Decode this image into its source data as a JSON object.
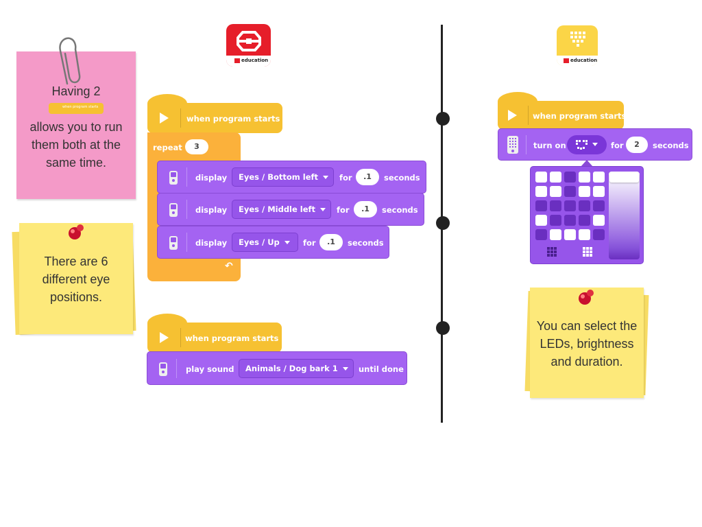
{
  "notes": {
    "pink": {
      "line1": "Having 2",
      "line2": "allows you to run them both at the same time.",
      "mini_block_label": "when program starts"
    },
    "yellow_left": {
      "text": "There are 6 different eye positions."
    },
    "yellow_right": {
      "text": "You can select the LEDs, brightness and duration."
    }
  },
  "logos": {
    "left_label": "education",
    "right_label": "education"
  },
  "left_program_1": {
    "hat_label": "when program starts",
    "repeat_label": "repeat",
    "repeat_count": "3",
    "rows": [
      {
        "action": "display",
        "option": "Eyes / Bottom left",
        "for_label": "for",
        "value": ".1",
        "unit": "seconds"
      },
      {
        "action": "display",
        "option": "Eyes / Middle left",
        "for_label": "for",
        "value": ".1",
        "unit": "seconds"
      },
      {
        "action": "display",
        "option": "Eyes / Up",
        "for_label": "for",
        "value": ".1",
        "unit": "seconds"
      }
    ]
  },
  "left_program_2": {
    "hat_label": "when program starts",
    "action": "play sound",
    "option": "Animals / Dog bark 1",
    "suffix": "until done"
  },
  "right_program": {
    "hat_label": "when program starts",
    "action": "turn on",
    "for_label": "for",
    "value": "2",
    "unit": "seconds"
  },
  "colors": {
    "block_purple": "#a463f2",
    "hat_yellow": "#f6c132",
    "repeat_orange": "#fbb13b",
    "pink_note": "#f49ac8",
    "yellow_note": "#fde97a"
  }
}
